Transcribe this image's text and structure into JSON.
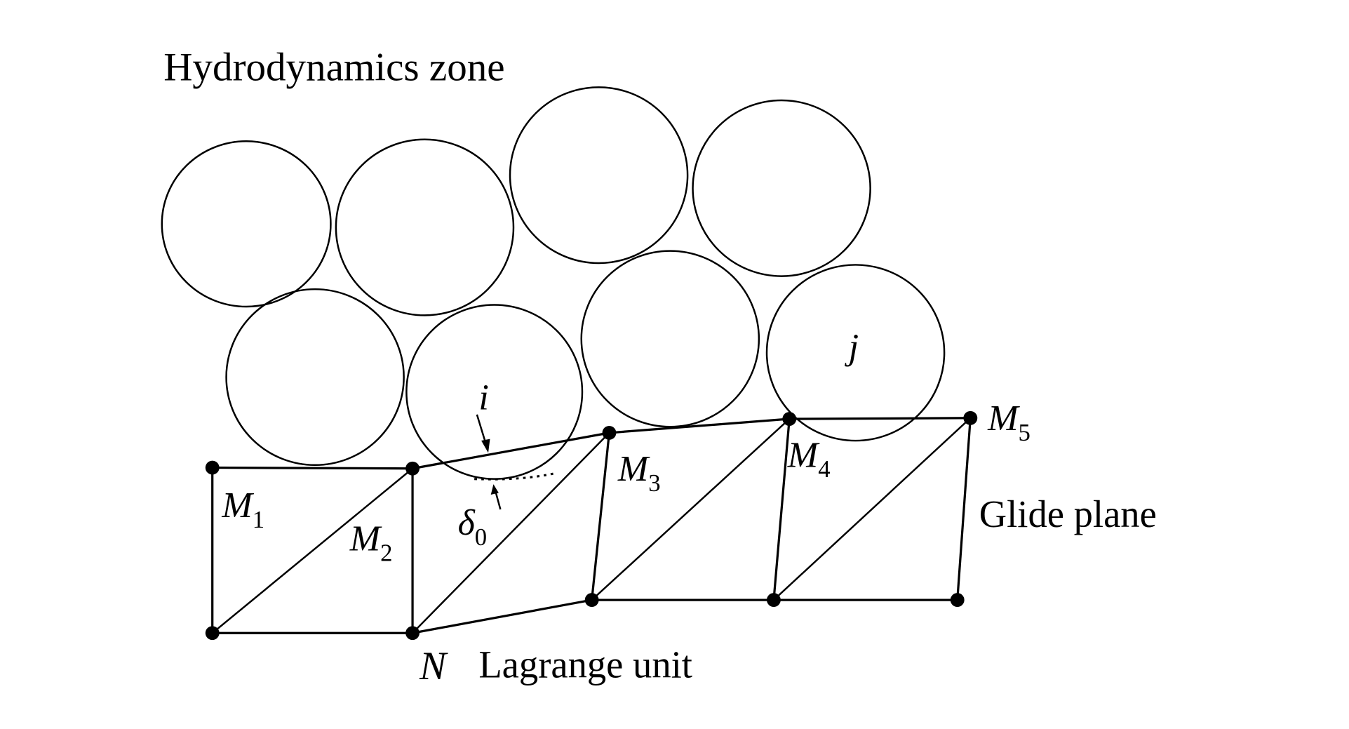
{
  "title": "Hydrodynamics zone",
  "labels": {
    "particle_i": "i",
    "particle_j": "j",
    "m1": {
      "base": "M",
      "sub": "1"
    },
    "m2": {
      "base": "M",
      "sub": "2"
    },
    "m3": {
      "base": "M",
      "sub": "3"
    },
    "m4": {
      "base": "M",
      "sub": "4"
    },
    "m5": {
      "base": "M",
      "sub": "5"
    },
    "delta": {
      "base": "δ",
      "sub": "0"
    },
    "glide_plane": "Glide plane",
    "n": "N",
    "lagrange_unit": "Lagrange unit"
  },
  "colors": {
    "stroke": "#000000",
    "background": "#ffffff"
  }
}
